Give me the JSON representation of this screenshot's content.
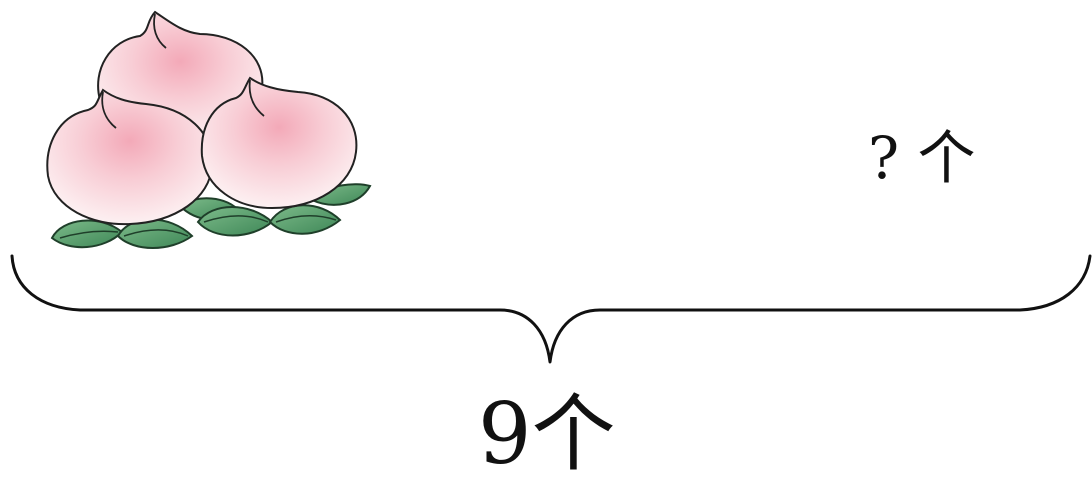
{
  "unknown_label": "? 个",
  "total_label": "9个",
  "peach_count": 3,
  "colors": {
    "peach_light": "#fdeef0",
    "peach_blush": "#f3a9b8",
    "leaf": "#5aa06e",
    "leaf_dark": "#2f6a42",
    "outline": "#222222"
  },
  "icons": [
    "peach-icon",
    "leaf-icon",
    "brace-icon"
  ]
}
